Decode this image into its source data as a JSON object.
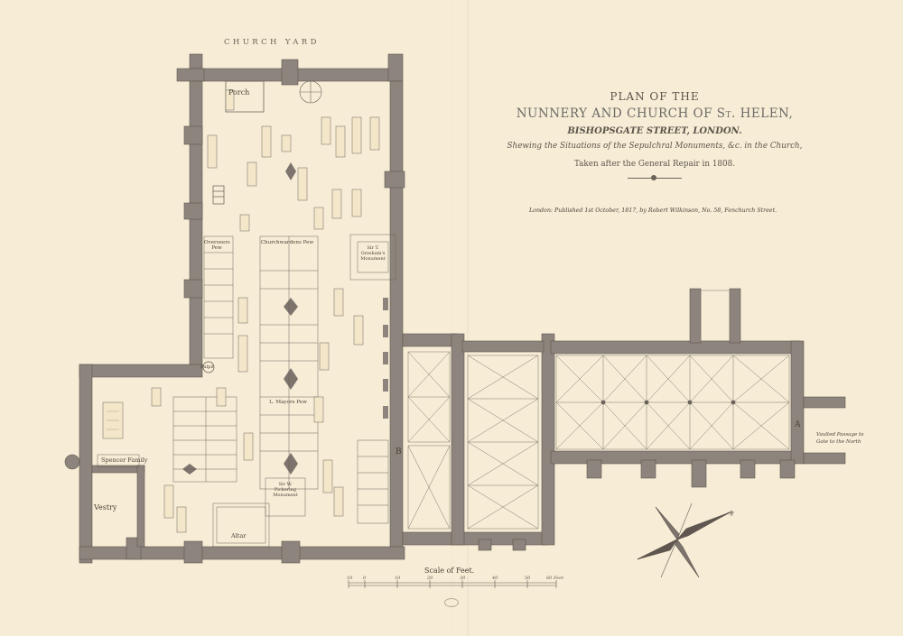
{
  "title": {
    "line1": "PLAN OF THE",
    "line2": "NUNNERY AND CHURCH OF St. HELEN,",
    "line3": "BISHOPSGATE STREET, LONDON.",
    "line4": "Shewing the Situations of the Sepulchral Monuments, &c. in the Church,",
    "line5": "Taken after the General Repair in 1808."
  },
  "publication": "London: Published 1st October, 1817, by Robert Wilkinson, No. 58, Fenchurch Street.",
  "labels": {
    "church_yard": "CHURCH YARD",
    "porch": "Porch",
    "vestry": "Vestry",
    "altar": "Altar",
    "spencer_family": "Spencer Family",
    "overseers_pew": "Overseers Pew",
    "churchwardens_pew": "Churchwardens Pew",
    "lord_mayors_pew": "L. Mayors Pew",
    "pulpit": "Pulpit",
    "gresham_monument": "Sir T. Gresham's Monument",
    "pickering_monument": "Sir W. Pickering Monument",
    "vaulted_passage": "Vaulted Passage to Gate to the North",
    "marker_a": "A",
    "marker_b": "B"
  },
  "scale": {
    "title": "Scale of Feet.",
    "ticks": [
      "10",
      "0",
      "10",
      "20",
      "30",
      "40",
      "50",
      "60 Feet"
    ]
  }
}
